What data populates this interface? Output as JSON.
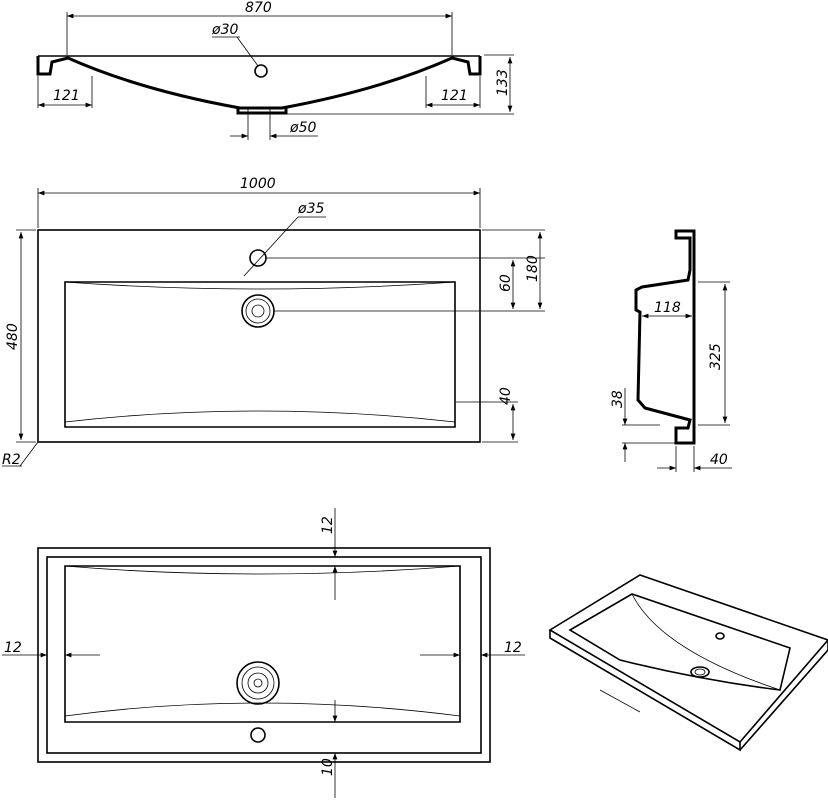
{
  "section_top": {
    "width": "870",
    "tap_hole": "ø30",
    "flange_left": "121",
    "flange_right": "121",
    "height": "133",
    "drain": "ø50"
  },
  "plan": {
    "width": "1000",
    "depth": "480",
    "tap_hole": "ø35",
    "offset_60": "60",
    "offset_180": "180",
    "offset_40": "40",
    "radius": "R2"
  },
  "side_section": {
    "depth_118": "118",
    "length_325": "325",
    "dim_38": "38",
    "dim_40": "40"
  },
  "bottom_view": {
    "top": "12",
    "left": "12",
    "right": "12",
    "bottom": "10"
  },
  "colors": {
    "line": "#000000",
    "background": "#ffffff"
  }
}
